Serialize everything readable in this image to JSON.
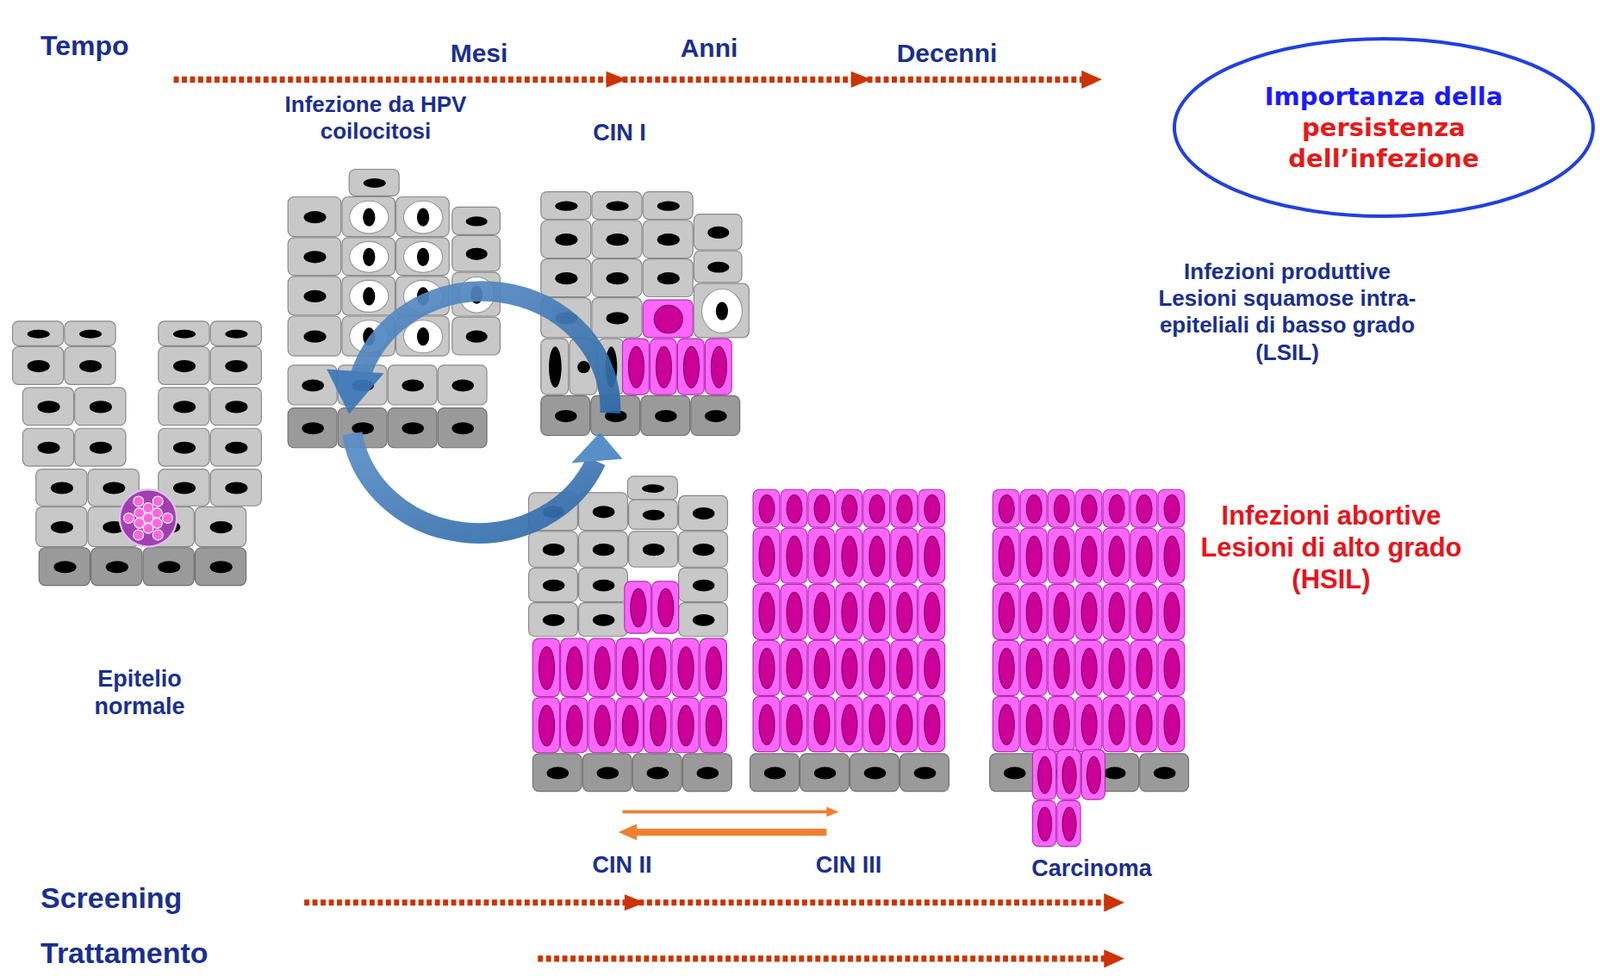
{
  "diagram": {
    "nodes": [
      {
        "text": [
          "Importanza della",
          "persistenza dell’infezione"
        ]
      }
    ],
    "labels": [
      "Tempo",
      "Mesi",
      "Anni",
      "Decenni",
      "Infezione da HPV coilocitosi",
      "CIN I",
      "Infezioni produttive Lesioni squamose intra-epiteliali di basso grado (LSIL)",
      "Infezioni abortive Lesioni di alto grado (HSIL)",
      "Epitelio normale",
      "CIN II",
      "CIN III",
      "Carcinoma",
      "Screening",
      "Trattamento"
    ]
  }
}
